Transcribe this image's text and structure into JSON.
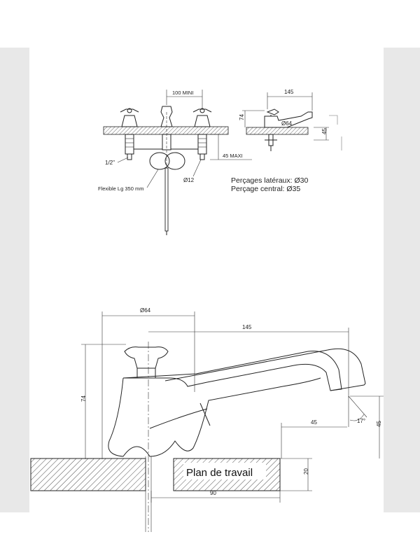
{
  "top_left": {
    "dim_mini": "100 MINI",
    "dim_maxi": "45 MAXI",
    "thread": "1/2\"",
    "hose": "Flexible Lg 350 mm",
    "pipe": "Ø12"
  },
  "top_right": {
    "width": "145",
    "height": "74",
    "diameter": "Ø64",
    "depth": "45"
  },
  "notes": {
    "side_holes": "Perçages latéraux: Ø30",
    "center_hole": "Perçage central: Ø35"
  },
  "main": {
    "diameter": "Ø64",
    "reach": "145",
    "height": "74",
    "spout_offset": "45",
    "spout_drop": "45",
    "angle": "17°",
    "counter_thickness": "20",
    "under_width": "90",
    "counter_label": "Plan de travail"
  }
}
